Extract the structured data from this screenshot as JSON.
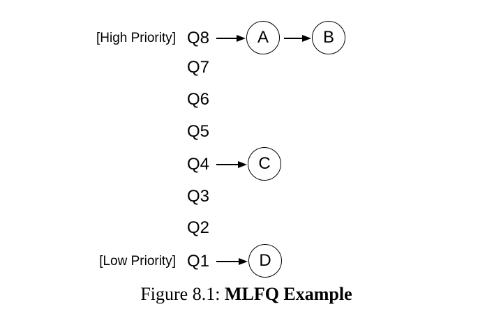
{
  "diagram": {
    "high_priority_label": "[High Priority]",
    "low_priority_label": "[Low Priority]",
    "rows": [
      {
        "queue": "Q8",
        "jobs": [
          "A",
          "B"
        ]
      },
      {
        "queue": "Q7",
        "jobs": []
      },
      {
        "queue": "Q6",
        "jobs": []
      },
      {
        "queue": "Q5",
        "jobs": []
      },
      {
        "queue": "Q4",
        "jobs": [
          "C"
        ]
      },
      {
        "queue": "Q3",
        "jobs": []
      },
      {
        "queue": "Q2",
        "jobs": []
      },
      {
        "queue": "Q1",
        "jobs": [
          "D"
        ]
      }
    ],
    "colors": {
      "ink": "#000000",
      "background": "#ffffff"
    }
  },
  "caption": {
    "figure_label": "Figure 8.1:",
    "figure_title": "MLFQ Example"
  }
}
